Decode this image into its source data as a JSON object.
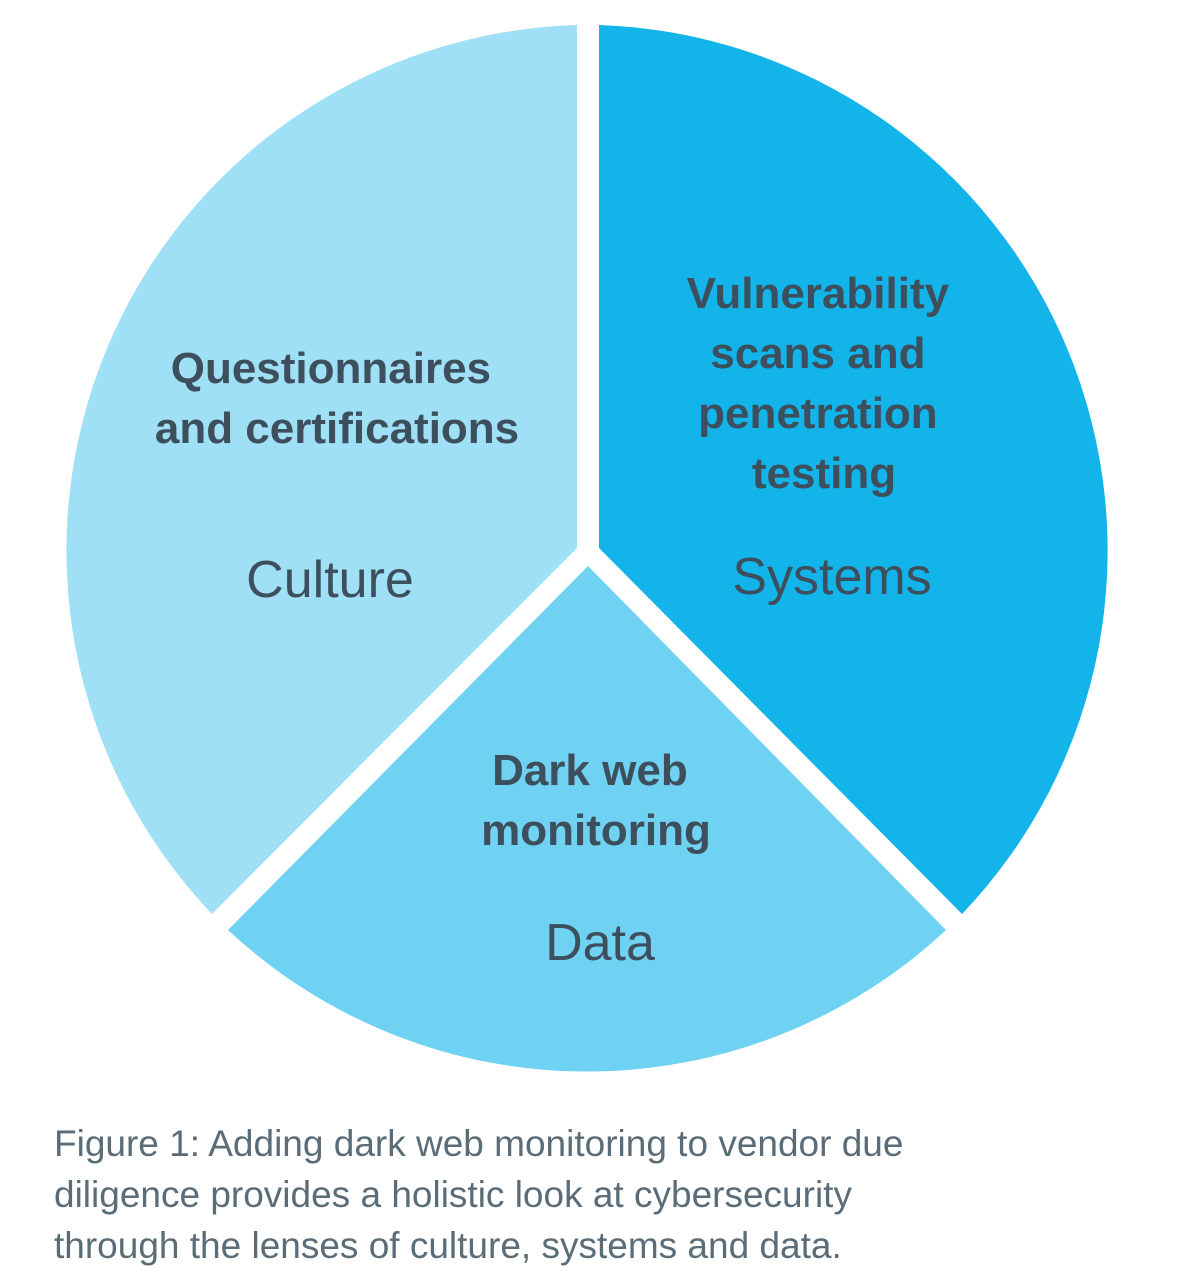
{
  "colors": {
    "culture": "#a0e0f7",
    "systems": "#13b4ea",
    "data": "#6fd2f2",
    "text": "#3d4f5c",
    "caption": "#5a6c78"
  },
  "segments": [
    {
      "id": "culture",
      "title_lines": [
        "Questionnaires",
        "and certifications"
      ],
      "label": "Culture"
    },
    {
      "id": "systems",
      "title_lines": [
        "Vulnerability",
        "scans and",
        "penetration",
        "testing"
      ],
      "label": "Systems"
    },
    {
      "id": "data",
      "title_lines": [
        "Dark web",
        "monitoring"
      ],
      "label": "Data"
    }
  ],
  "caption": {
    "lines": [
      "Figure 1: Adding dark web monitoring to vendor due",
      "diligence provides a holistic look at cybersecurity",
      "through the lenses of culture, systems and data."
    ]
  }
}
